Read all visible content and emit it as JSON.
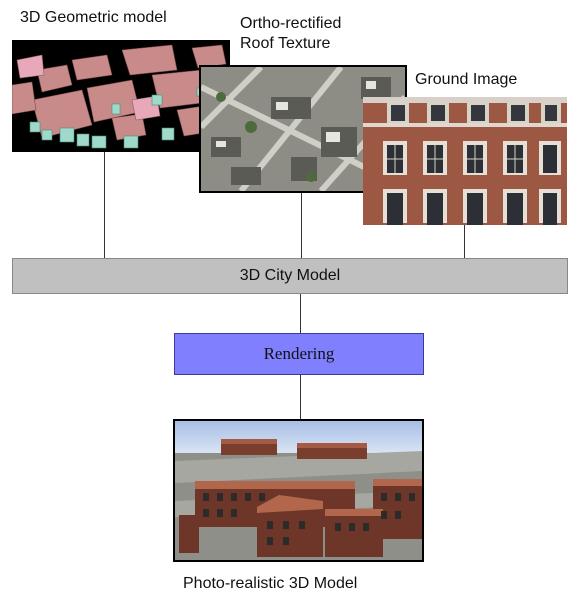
{
  "inputs": {
    "geometric_model": {
      "label": "3D Geometric model"
    },
    "roof_texture": {
      "label": "Ortho-rectified\nRoof  Texture"
    },
    "ground_image": {
      "label": "Ground  Image"
    }
  },
  "city_model": {
    "label": "3D City Model"
  },
  "rendering": {
    "label": "Rendering"
  },
  "output": {
    "label": "Photo-realistic 3D Model"
  },
  "colors": {
    "city_model_fill": "#c0c0c0",
    "rendering_fill": "#8080ff",
    "connector": "#333333"
  }
}
